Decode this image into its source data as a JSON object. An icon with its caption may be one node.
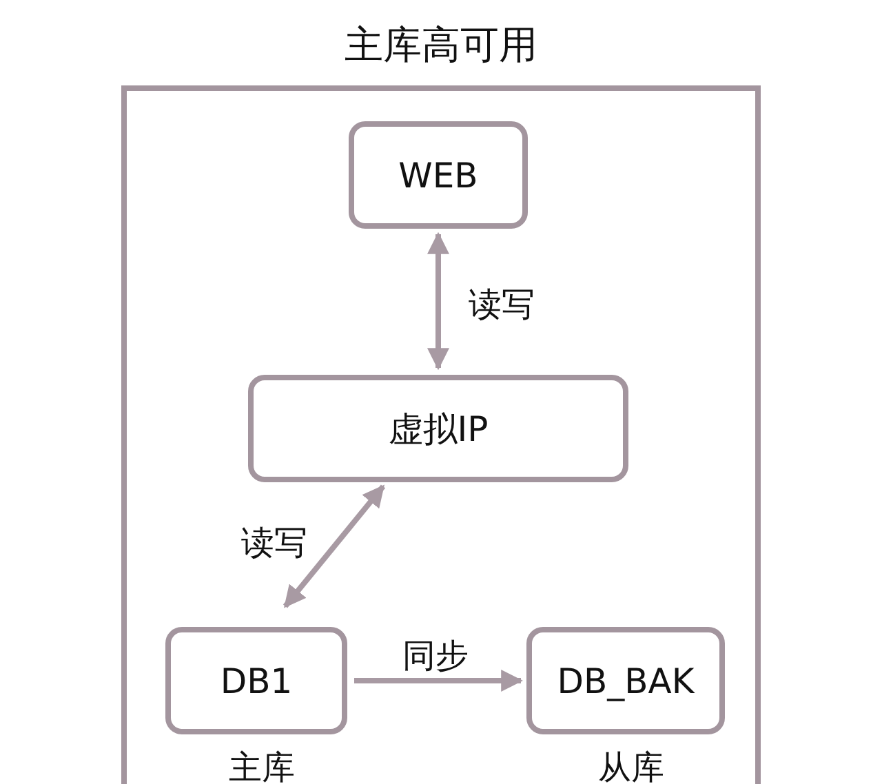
{
  "diagram": {
    "nodes": [
      {
        "text": [
          "主库高可用"
        ]
      },
      {
        "text": [
          "WEB"
        ],
        "in": 0
      },
      {
        "text": [
          "虚拟IP"
        ],
        "in": 0
      },
      {
        "text": [
          "DB1"
        ],
        "in": 0,
        "beside": [
          "主库"
        ]
      },
      {
        "text": [
          "DB_BAK"
        ],
        "in": 0,
        "beside": [
          "从库"
        ]
      }
    ],
    "edges": [
      {
        "from": 1,
        "to": 2,
        "arrow": "both",
        "label": "读写"
      },
      {
        "from": 2,
        "to": 3,
        "arrow": "both",
        "label": "读写"
      },
      {
        "from": 3,
        "to": 4,
        "arrow": "to",
        "label": "同步"
      }
    ]
  }
}
